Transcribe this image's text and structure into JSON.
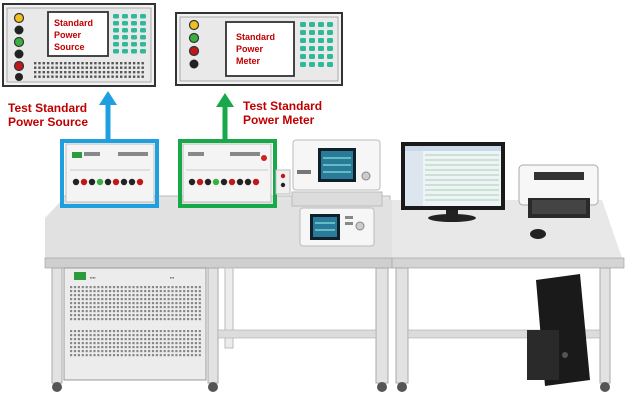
{
  "instruments": {
    "source": {
      "screen_text": [
        "Standard",
        "Power",
        "Source"
      ]
    },
    "meter": {
      "screen_text": [
        "Standard",
        "Power",
        "Meter"
      ]
    }
  },
  "callouts": {
    "source": {
      "lines": [
        "Test Standard",
        "Power Source"
      ]
    },
    "meter": {
      "lines": [
        "Test Standard",
        "Power Meter"
      ]
    }
  },
  "colors": {
    "label_red": "#c00000",
    "source_highlight": "#1ea0e0",
    "meter_highlight": "#17a84a"
  }
}
